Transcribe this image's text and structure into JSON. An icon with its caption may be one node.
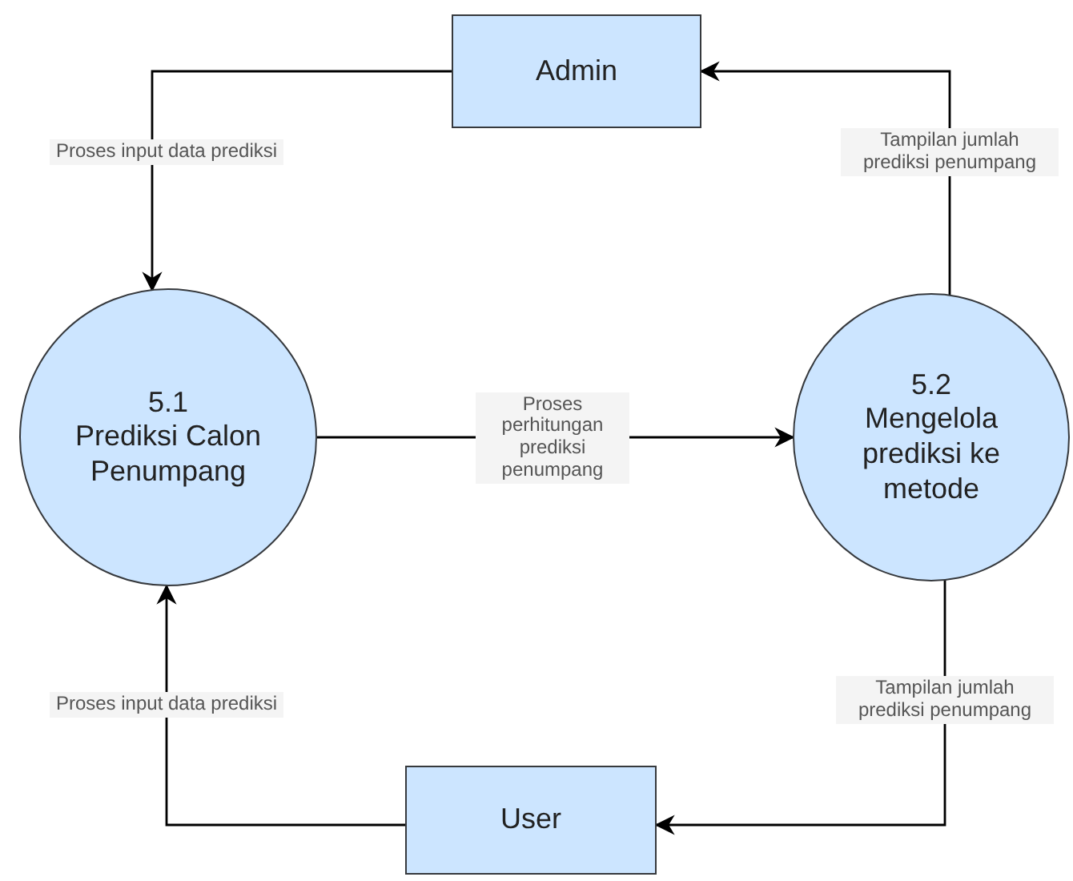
{
  "diagram": {
    "nodes": [
      {
        "text": [
          "Admin"
        ]
      },
      {
        "text": [
          "5.1",
          "Prediksi Calon Penumpang"
        ]
      },
      {
        "text": [
          "5.2",
          "Mengelola prediksi ke metode"
        ]
      },
      {
        "text": [
          "User"
        ]
      }
    ],
    "edges": [
      {
        "from": 0,
        "to": 1,
        "arrow": "to",
        "label": "Proses input data prediksi"
      },
      {
        "from": 1,
        "to": 2,
        "arrow": "to",
        "label": "Proses perhitungan prediksi penumpang"
      },
      {
        "from": 2,
        "to": 0,
        "arrow": "to",
        "label": "Tampilan jumlah prediksi penumpang"
      },
      {
        "from": 2,
        "to": 3,
        "arrow": "to",
        "label": "Tampilan jumlah prediksi penumpang"
      },
      {
        "from": 3,
        "to": 1,
        "arrow": "to",
        "label": "Proses input data prediksi"
      }
    ]
  }
}
